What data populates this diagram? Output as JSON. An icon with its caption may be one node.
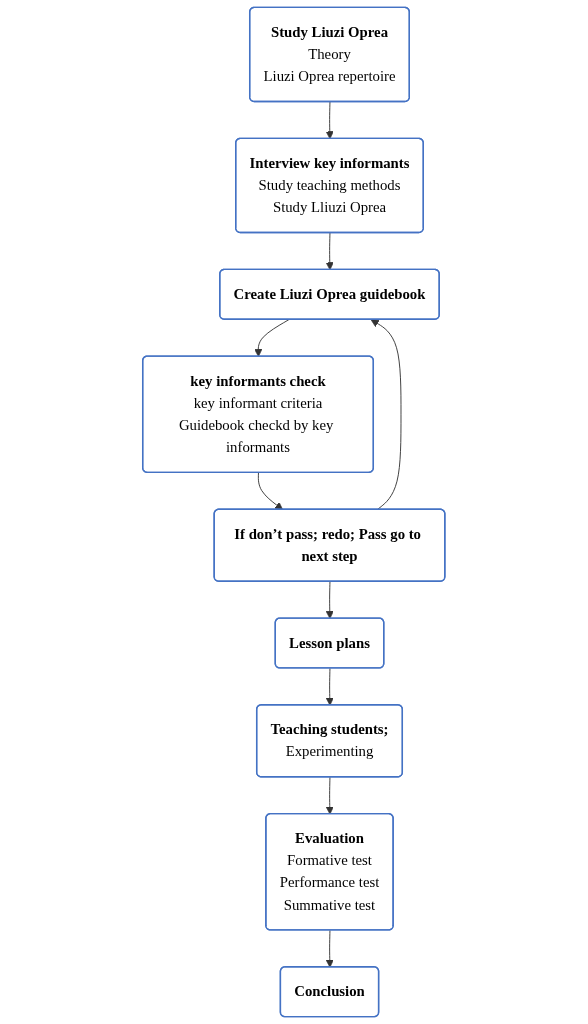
{
  "diagram": {
    "nodes": [
      {
        "text": [
          "Study Liuzi Oprea",
          "Theory",
          "Liuzi Oprea repertoire"
        ]
      },
      {
        "text": [
          "Interview key informants",
          "Study teaching methods",
          "Study Lliuzi Oprea"
        ]
      },
      {
        "text": [
          "Create Liuzi Oprea guidebook"
        ]
      },
      {
        "text": [
          "key informants check",
          "key informant criteria",
          "Guidebook checkd by key informants"
        ]
      },
      {
        "text": [
          "If don’t pass; redo; Pass go to next step"
        ]
      },
      {
        "text": [
          "Lesson plans"
        ]
      },
      {
        "text": [
          "Teaching students;",
          "Experimenting"
        ]
      },
      {
        "text": [
          "Evaluation",
          "Formative test",
          "Performance test",
          "Summative test"
        ]
      },
      {
        "text": [
          "Conclusion"
        ]
      }
    ],
    "edges": [
      {
        "from": 0,
        "to": 1,
        "arrow": "to"
      },
      {
        "from": 1,
        "to": 2,
        "arrow": "to"
      },
      {
        "from": 2,
        "to": 3,
        "arrow": "to"
      },
      {
        "from": 3,
        "to": 4,
        "arrow": "to"
      },
      {
        "from": 4,
        "to": 2,
        "arrow": "to"
      },
      {
        "from": 4,
        "to": 5,
        "arrow": "to"
      },
      {
        "from": 5,
        "to": 6,
        "arrow": "to"
      },
      {
        "from": 6,
        "to": 7,
        "arrow": "to"
      },
      {
        "from": 7,
        "to": 8,
        "arrow": "to"
      }
    ]
  }
}
